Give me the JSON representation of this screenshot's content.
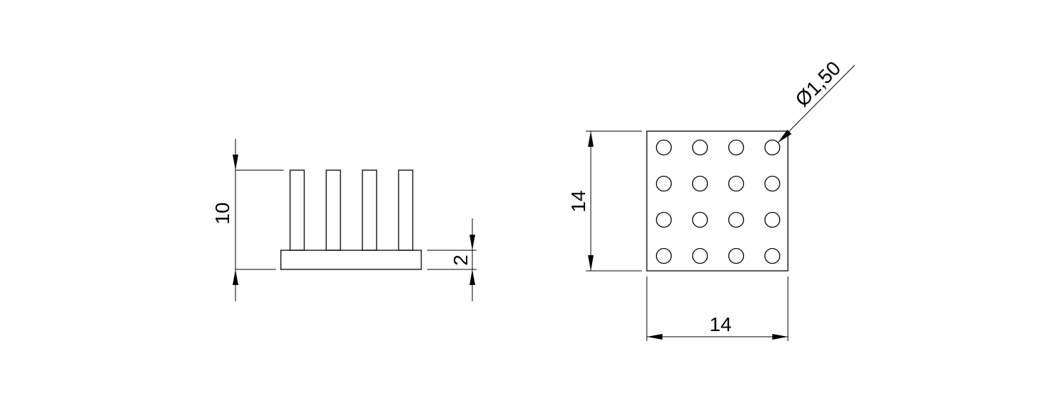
{
  "side_view": {
    "overall_height_dim": "10",
    "base_thickness_dim": "2"
  },
  "top_view": {
    "height_dim": "14",
    "width_dim": "14",
    "pin_diameter_dim": "Ø1,50",
    "pin_rows": 4,
    "pin_cols": 4
  }
}
